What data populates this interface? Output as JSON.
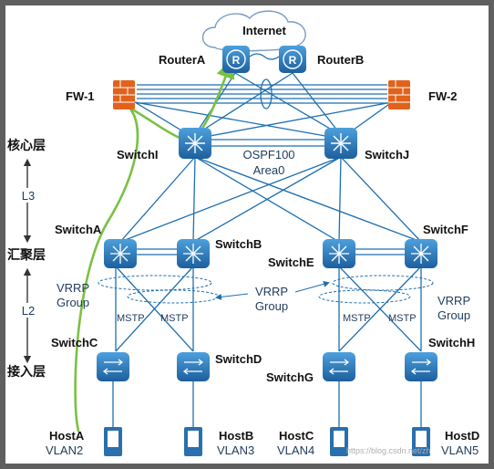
{
  "internet": "Internet",
  "routers": {
    "a": "RouterA",
    "b": "RouterB"
  },
  "firewalls": {
    "fw1": "FW-1",
    "fw2": "FW-2"
  },
  "core": {
    "left": "SwitchI",
    "right": "SwitchJ",
    "ospf1": "OSPF100",
    "ospf2": "Area0"
  },
  "aggregation": {
    "a": "SwitchA",
    "b": "SwitchB",
    "e": "SwitchE",
    "f": "SwitchF"
  },
  "access": {
    "c": "SwitchC",
    "d": "SwitchD",
    "g": "SwitchG",
    "h": "SwitchH"
  },
  "layers": {
    "core": "核心层",
    "agg": "汇聚层",
    "access": "接入层",
    "l3": "L3",
    "l2": "L2"
  },
  "vrrp": {
    "left1": "VRRP",
    "left2": "Group",
    "mid1": "VRRP",
    "mid2": "Group",
    "right1": "VRRP",
    "right2": "Group"
  },
  "mstp": [
    "MSTP",
    "MSTP",
    "MSTP",
    "MSTP"
  ],
  "hosts": [
    {
      "name": "HostA",
      "vlan": "VLAN2"
    },
    {
      "name": "HostB",
      "vlan": "VLAN3"
    },
    {
      "name": "HostC",
      "vlan": "VLAN4"
    },
    {
      "name": "HostD",
      "vlan": "VLAN5"
    }
  ],
  "watermark": "https://blog.csdn.net/zh",
  "colors": {
    "link": "#1d6fb0",
    "device": "#2a7fc4",
    "firewall": "#e0621c",
    "path": "#7ac143"
  }
}
